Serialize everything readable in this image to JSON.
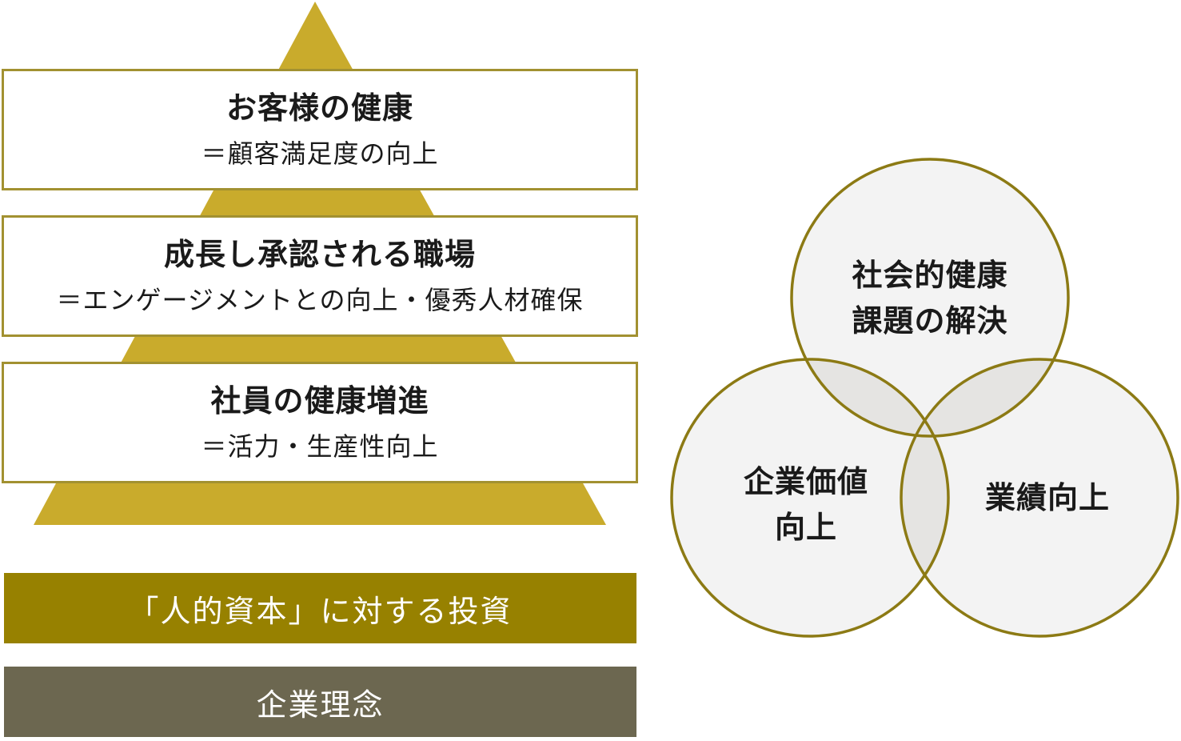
{
  "pyramid": {
    "tiers": [
      {
        "title": "お客様の健康",
        "subtitle": "＝顧客満足度の向上"
      },
      {
        "title": "成長し承認される職場",
        "subtitle": "＝エンゲージメントとの向上・優秀人材確保"
      },
      {
        "title": "社員の健康増進",
        "subtitle": "＝活力・生産性向上"
      }
    ]
  },
  "foundation": {
    "investment_label": "「人的資本」に対する投資",
    "philosophy_label": "企業理念"
  },
  "venn": {
    "top": {
      "line1": "社会的健康",
      "line2": "課題の解決"
    },
    "left": {
      "line1": "企業価値",
      "line2": "向上"
    },
    "right": {
      "line1": "業績向上"
    }
  },
  "colors": {
    "pyramid_gold": "#c9ab2c",
    "box_border": "#a29131",
    "investment_band": "#978100",
    "philosophy_band": "#6c6750",
    "circle_stroke": "#8c7a14",
    "circle_fill": "#f3f3f3",
    "overlap_fill": "#e5e4e2"
  }
}
